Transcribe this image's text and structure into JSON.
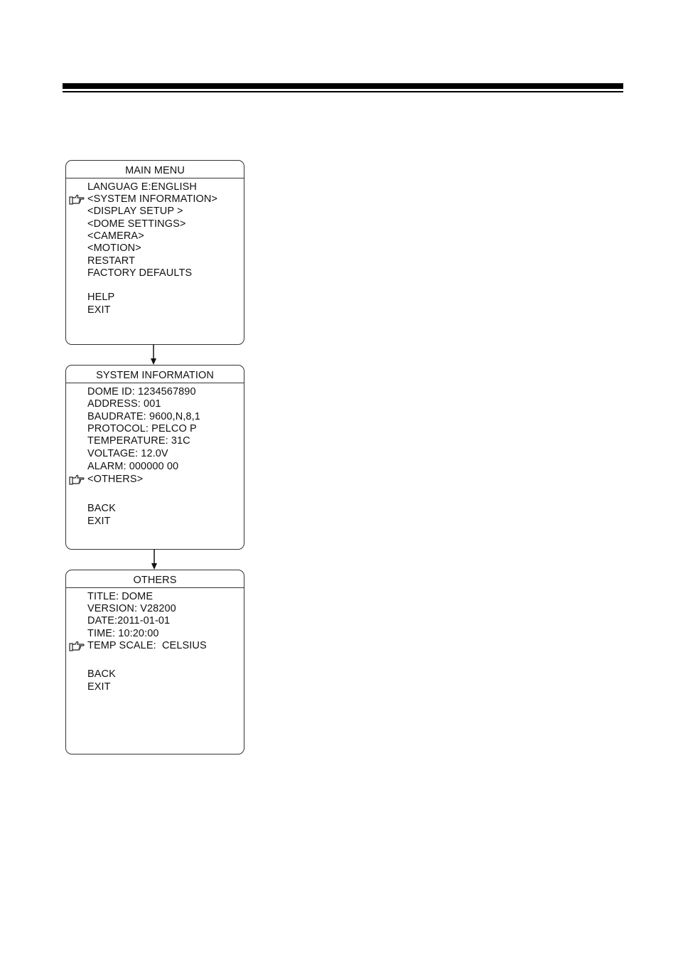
{
  "menus": {
    "main": {
      "title": "MAIN MENU",
      "items": [
        {
          "label": "LANGUAG E:ENGLISH",
          "selected": false
        },
        {
          "label": "<SYSTEM INFORMATION>",
          "selected": true
        },
        {
          "label": "<DISPLAY SETUP >",
          "selected": false
        },
        {
          "label": "<DOME SETTINGS>",
          "selected": false
        },
        {
          "label": "<CAMERA>",
          "selected": false
        },
        {
          "label": "<MOTION>",
          "selected": false
        },
        {
          "label": "RESTART",
          "selected": false
        },
        {
          "label": "FACTORY DEFAULTS",
          "selected": false
        },
        {
          "label": "HELP",
          "selected": false
        },
        {
          "label": "EXIT",
          "selected": false
        }
      ]
    },
    "system_information": {
      "title": "SYSTEM INFORMATION",
      "items": [
        {
          "label": "DOME ID: 1234567890",
          "selected": false
        },
        {
          "label": "ADDRESS: 001",
          "selected": false
        },
        {
          "label": "BAUDRATE: 9600,N,8,1",
          "selected": false
        },
        {
          "label": "PROTOCOL: PELCO P",
          "selected": false
        },
        {
          "label": "TEMPERATURE: 31C",
          "selected": false
        },
        {
          "label": "VOLTAGE: 12.0V",
          "selected": false
        },
        {
          "label": "ALARM: 000000 00",
          "selected": false
        },
        {
          "label": "<OTHERS>",
          "selected": true
        },
        {
          "label": "BACK",
          "selected": false
        },
        {
          "label": "EXIT",
          "selected": false
        }
      ]
    },
    "others": {
      "title": "OTHERS",
      "items": [
        {
          "label": "TITLE: DOME",
          "selected": false
        },
        {
          "label": "VERSION: V28200",
          "selected": false
        },
        {
          "label": "DATE:2011-01-01",
          "selected": false
        },
        {
          "label": "TIME: 10:20:00",
          "selected": false
        },
        {
          "label": "TEMP SCALE:  CELSIUS",
          "selected": true
        },
        {
          "label": "BACK",
          "selected": false
        },
        {
          "label": "EXIT",
          "selected": false
        }
      ]
    }
  },
  "icons": {
    "pointer": "pointing-hand-icon",
    "arrow": "arrow-down-icon"
  },
  "colors": {
    "ink": "#111111",
    "border": "#333333",
    "rule": "#000000"
  }
}
